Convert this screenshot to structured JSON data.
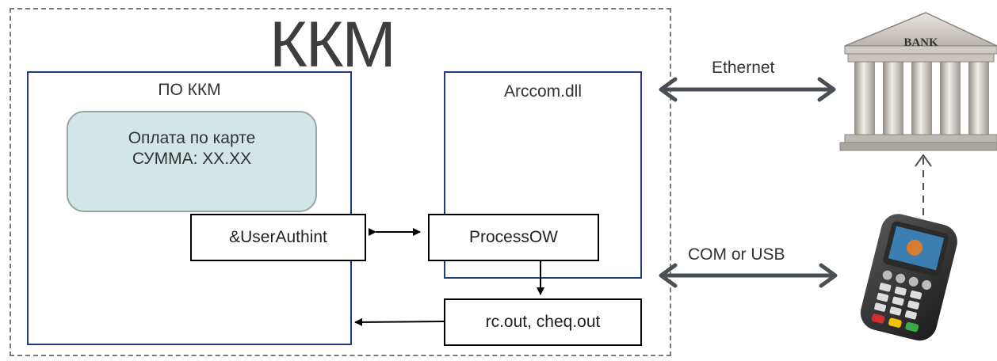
{
  "title": "ККМ",
  "po_box": {
    "label": "ПО ККМ"
  },
  "payment": {
    "line1": "Оплата по карте",
    "line2": "СУММА: XX.XX"
  },
  "arccom": {
    "label": "Arccom.dll"
  },
  "nodes": {
    "user_auth": "&UserAuthint",
    "process_ow": "ProcessOW",
    "output_files": "rc.out, cheq.out"
  },
  "connections": {
    "ethernet": "Ethernet",
    "com_usb": "COM or USB"
  },
  "bank": {
    "sign": "BANK"
  },
  "colors": {
    "frame": "#1f3b82",
    "payment_fill": "#d3e6e7",
    "link": "#4a4f55"
  },
  "icons": {
    "bank": "bank-building-icon",
    "terminal": "card-terminal-icon"
  }
}
